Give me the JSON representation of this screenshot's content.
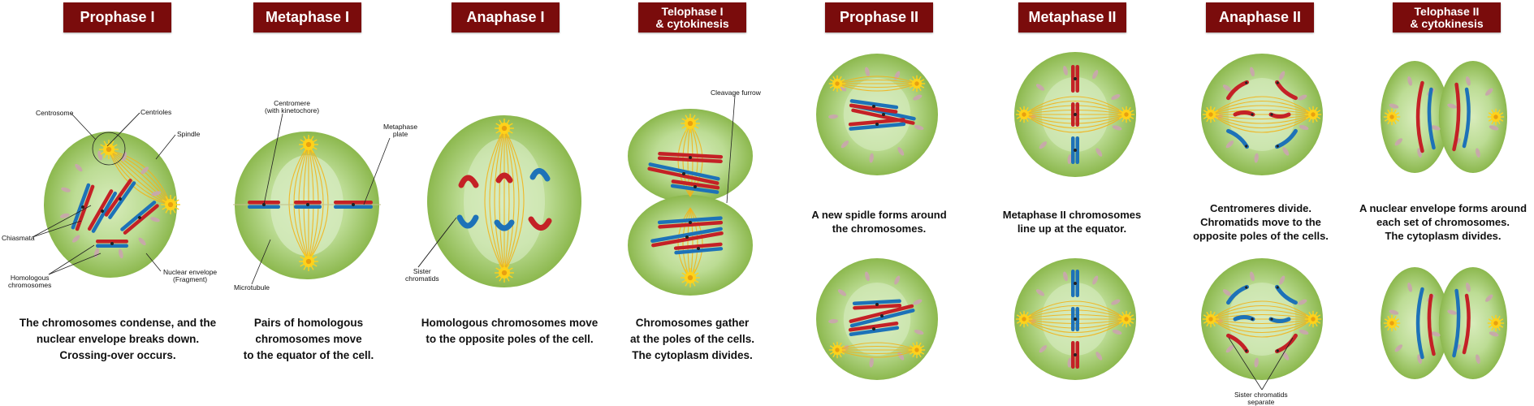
{
  "colors": {
    "title_bg": "#7a0c0c",
    "cell_outer": "#8cb84e",
    "cell_inner": "#d8ecbc",
    "spindle": "#f2b21a",
    "maternal": "#c42126",
    "paternal": "#1d72b8",
    "centrosome": "#ffd21a",
    "fragment": "#c7a9a9"
  },
  "stages": [
    {
      "title": "Prophase I",
      "caption": "The chromosomes condense, and the\nnuclear envelope breaks down.\nCrossing-over occurs."
    },
    {
      "title": "Metaphase I",
      "caption": "Pairs of homologous\nchromosomes move\nto the equator of the cell."
    },
    {
      "title": "Anaphase I",
      "caption": "Homologous chromosomes move\nto the opposite poles of the cell."
    },
    {
      "title": "Telophase I\n& cytokinesis",
      "caption": "Chromosomes gather\nat the poles of the cells.\nThe cytoplasm divides."
    },
    {
      "title": "Prophase II",
      "caption": "A new spidle forms around\nthe chromosomes."
    },
    {
      "title": "Metaphase II",
      "caption": "Metaphase II  chromosomes\nline up at the equator."
    },
    {
      "title": "Anaphase II",
      "caption": "Centromeres divide.\nChromatids move to the\nopposite poles of the cells."
    },
    {
      "title": "Telophase II\n& cytokinesis",
      "caption": "A nuclear envelope forms around\neach set of chromosomes.\nThe cytoplasm divides."
    }
  ],
  "labels": {
    "centrosome": "Centrosome",
    "centrioles": "Centrioles",
    "spindle": "Spindle",
    "chiasmata": "Chiasmata",
    "homologous": "Homologous\nchromosomes",
    "nuclear_envelope": "Nuclear envelope\n(Fragment)",
    "centromere": "Centromere\n(with kinetochore)",
    "metaphase_plate": "Metaphase\nplate",
    "microtubule": "Microtubule",
    "sister_chromatids": "Sister\nchromatids",
    "cleavage_furrow": "Cleavage furrow",
    "sister_separate": "Sister chromatids\nseparate"
  }
}
